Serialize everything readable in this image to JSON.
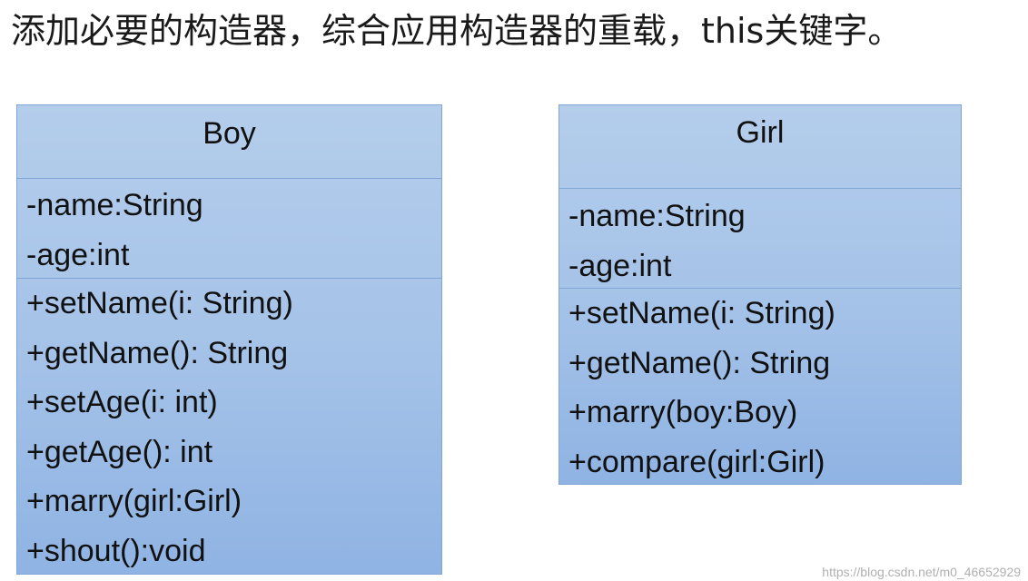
{
  "title": "添加必要的构造器，综合应用构造器的重载，this关键字。",
  "classes": [
    {
      "name": "Boy",
      "attributes": [
        "-name:String",
        "-age:int"
      ],
      "methods": [
        "+setName(i: String)",
        "+getName(): String",
        "+setAge(i: int)",
        "+getAge(): int",
        "+marry(girl:Girl)",
        "+shout():void"
      ]
    },
    {
      "name": "Girl",
      "attributes": [
        "-name:String",
        "-age:int"
      ],
      "methods": [
        "+setName(i: String)",
        "+getName(): String",
        "+marry(boy:Boy)",
        "+compare(girl:Girl)"
      ]
    }
  ],
  "watermark": "https://blog.csdn.net/m0_46652929"
}
